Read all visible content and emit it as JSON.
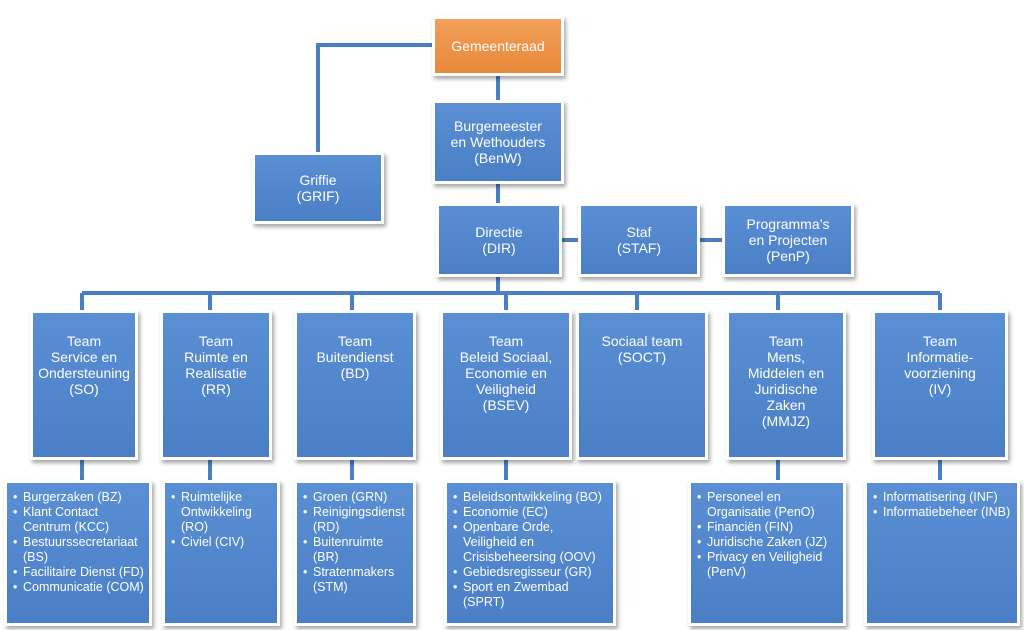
{
  "top": {
    "label": "Gemeenteraad"
  },
  "benw": {
    "lines": [
      "Burgemeester",
      "en Wethouders",
      "(BenW)"
    ]
  },
  "griffie": {
    "lines": [
      "Griffie",
      "(GRIF)"
    ]
  },
  "directie": {
    "lines": [
      "Directie",
      "(DIR)"
    ]
  },
  "staf": {
    "lines": [
      "Staf",
      "(STAF)"
    ]
  },
  "penp": {
    "lines": [
      "Programma’s",
      "en Projecten",
      "(PenP)"
    ]
  },
  "teams": [
    {
      "lines": [
        "Team",
        "Service en",
        "Ondersteuning",
        "(SO)"
      ],
      "units": [
        "Burgerzaken (BZ)",
        "Klant Contact Centrum (KCC)",
        "Bestuurssecretariaat (BS)",
        "Facilitaire Dienst (FD)",
        "Communicatie (COM)"
      ]
    },
    {
      "lines": [
        "Team",
        "Ruimte en",
        "Realisatie",
        "(RR)"
      ],
      "units": [
        "Ruimtelijke Ontwikkeling (RO)",
        "Civiel (CIV)"
      ]
    },
    {
      "lines": [
        "Team",
        "Buitendienst",
        "(BD)"
      ],
      "units": [
        "Groen (GRN)",
        "Reinigingsdienst (RD)",
        "Buitenruimte (BR)",
        "Stratenmakers (STM)"
      ]
    },
    {
      "lines": [
        "Team",
        "Beleid Sociaal,",
        "Economie en",
        "Veiligheid",
        "(BSEV)"
      ],
      "units": [
        "Beleidsontwikkeling (BO)",
        "Economie (EC)",
        "Openbare Orde, Veiligheid en Crisisbeheersing (OOV)",
        "Gebiedsregisseur (GR)",
        "Sport en Zwembad (SPRT)"
      ]
    },
    {
      "lines": [
        "Sociaal team",
        "(SOCT)"
      ],
      "units": []
    },
    {
      "lines": [
        "Team",
        "Mens,",
        "Middelen en",
        "Juridische",
        "Zaken",
        "(MMJZ)"
      ],
      "units": [
        "Personeel en Organisatie (PenO)",
        "Financiën (FIN)",
        "Juridische Zaken (JZ)",
        "Privacy en Veiligheid (PenV)"
      ]
    },
    {
      "lines": [
        "Team",
        "Informatie-",
        "voorziening",
        "(IV)"
      ],
      "units": [
        "Informatisering (INF)",
        "Informatiebeheer (INB)"
      ]
    }
  ]
}
